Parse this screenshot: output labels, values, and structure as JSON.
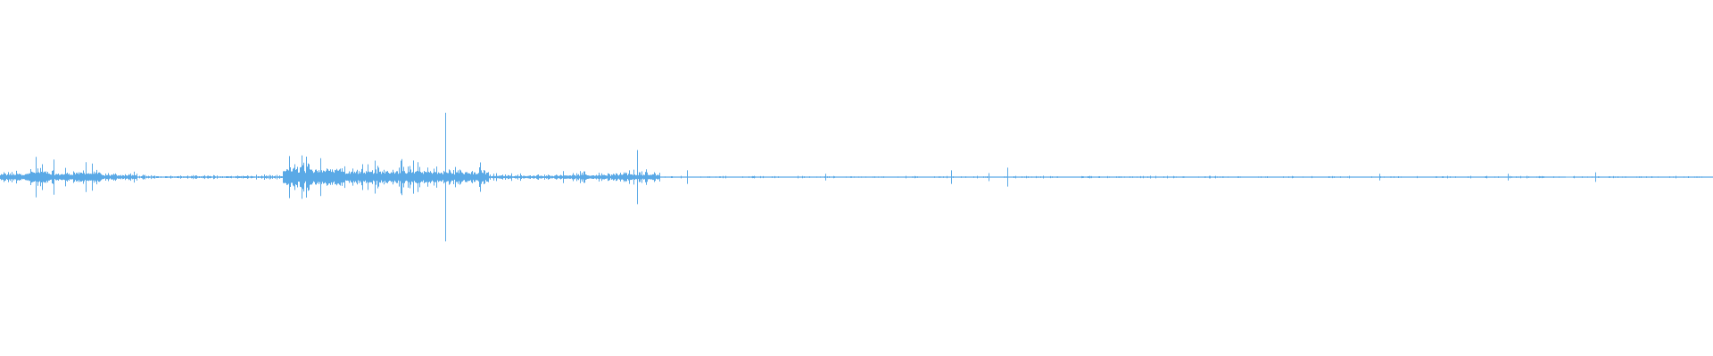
{
  "waveform": {
    "color": "#5aa9e6",
    "baseline_amplitude": 0.01,
    "segments": [
      {
        "start": 0.0,
        "end": 0.015,
        "amplitude": 0.08
      },
      {
        "start": 0.015,
        "end": 0.028,
        "amplitude": 0.16
      },
      {
        "start": 0.028,
        "end": 0.045,
        "amplitude": 0.1
      },
      {
        "start": 0.045,
        "end": 0.058,
        "amplitude": 0.13
      },
      {
        "start": 0.058,
        "end": 0.08,
        "amplitude": 0.06
      },
      {
        "start": 0.08,
        "end": 0.165,
        "amplitude": 0.025
      },
      {
        "start": 0.165,
        "end": 0.2,
        "amplitude": 0.22
      },
      {
        "start": 0.2,
        "end": 0.255,
        "amplitude": 0.17
      },
      {
        "start": 0.255,
        "end": 0.285,
        "amplitude": 0.14
      },
      {
        "start": 0.285,
        "end": 0.325,
        "amplitude": 0.04
      },
      {
        "start": 0.325,
        "end": 0.36,
        "amplitude": 0.06
      },
      {
        "start": 0.36,
        "end": 0.385,
        "amplitude": 0.08
      },
      {
        "start": 0.385,
        "end": 1.0,
        "amplitude": 0.012
      }
    ],
    "spikes": [
      {
        "at": 0.021,
        "amplitude": 0.3
      },
      {
        "at": 0.031,
        "amplitude": 0.26
      },
      {
        "at": 0.05,
        "amplitude": 0.22
      },
      {
        "at": 0.176,
        "amplitude": 0.32
      },
      {
        "at": 0.187,
        "amplitude": 0.28
      },
      {
        "at": 0.26,
        "amplitude": 0.95
      },
      {
        "at": 0.372,
        "amplitude": 0.4
      },
      {
        "at": 0.401,
        "amplitude": 0.1
      },
      {
        "at": 0.482,
        "amplitude": 0.05
      },
      {
        "at": 0.555,
        "amplitude": 0.1
      },
      {
        "at": 0.577,
        "amplitude": 0.06
      },
      {
        "at": 0.588,
        "amplitude": 0.14
      },
      {
        "at": 0.805,
        "amplitude": 0.05
      },
      {
        "at": 0.88,
        "amplitude": 0.05
      },
      {
        "at": 0.931,
        "amplitude": 0.07
      }
    ],
    "gaps": [
      {
        "start": 0.914,
        "end": 0.918
      }
    ]
  }
}
